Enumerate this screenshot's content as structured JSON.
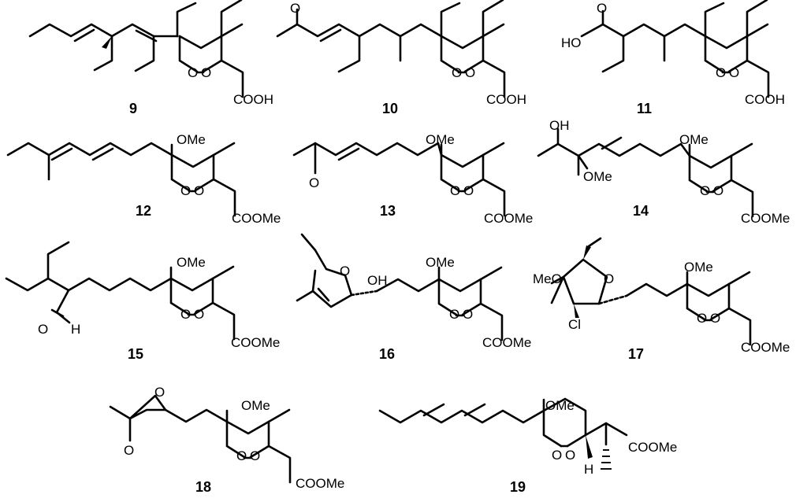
{
  "compounds": [
    {
      "number": "9",
      "substituent_label": "COOH"
    },
    {
      "number": "10",
      "substituent_label": "COOH",
      "extra_labels": [
        "O"
      ]
    },
    {
      "number": "11",
      "substituent_label": "COOH",
      "extra_labels": [
        "O",
        "HO"
      ]
    },
    {
      "number": "12",
      "substituent_label": "COOMe",
      "extra_labels": [
        "OMe"
      ]
    },
    {
      "number": "13",
      "substituent_label": "COOMe",
      "extra_labels": [
        "OMe",
        "O"
      ]
    },
    {
      "number": "14",
      "substituent_label": "COOMe",
      "extra_labels": [
        "OMe",
        "OH",
        "OMe"
      ]
    },
    {
      "number": "15",
      "substituent_label": "COOMe",
      "extra_labels": [
        "OMe",
        "O",
        "H"
      ]
    },
    {
      "number": "16",
      "substituent_label": "COOMe",
      "extra_labels": [
        "OMe",
        "O",
        "OH"
      ]
    },
    {
      "number": "17",
      "substituent_label": "COOMe",
      "extra_labels": [
        "OMe",
        "MeO",
        "O",
        "Cl"
      ]
    },
    {
      "number": "18",
      "substituent_label": "COOMe",
      "extra_labels": [
        "OMe",
        "O",
        "O"
      ]
    },
    {
      "number": "19",
      "substituent_label": "COOMe",
      "extra_labels": [
        "OMe",
        "H"
      ]
    }
  ],
  "ring_atom": "O"
}
